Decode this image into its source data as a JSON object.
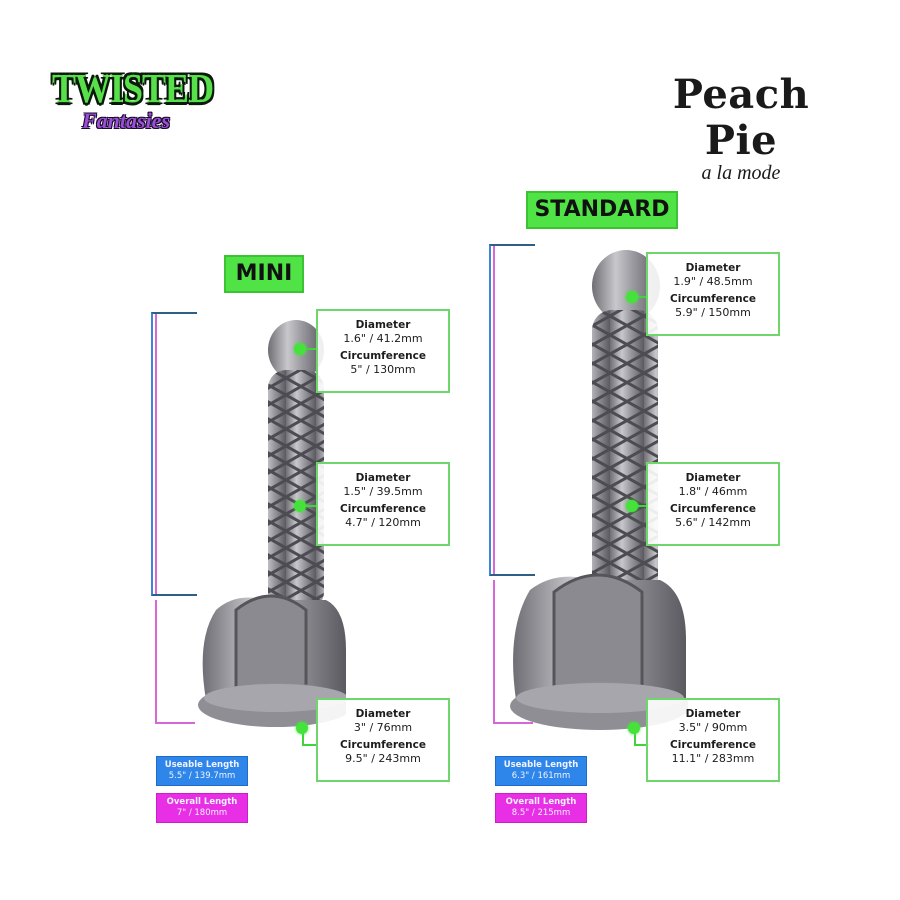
{
  "brand": {
    "logo_top": "TWISTED",
    "logo_bottom": "Fantasies"
  },
  "product": {
    "name": "Peach Pie",
    "subtitle": "a la mode"
  },
  "colors": {
    "label_green": "#4fe346",
    "spec_border_green": "#6ed66a",
    "usable_blue": "#2f86ea",
    "overall_pink": "#e92fe6",
    "bracket_blue": "#3e86d6",
    "bracket_pink": "#d866d8",
    "figure_silver": "#9a9aa0"
  },
  "sizes": [
    {
      "label": "MINI",
      "specs": [
        {
          "position": "tip",
          "diameter_label": "Diameter",
          "diameter": "1.6\" / 41.2mm",
          "circumference_label": "Circumference",
          "circumference": "5\" / 130mm"
        },
        {
          "position": "mid",
          "diameter_label": "Diameter",
          "diameter": "1.5\" / 39.5mm",
          "circumference_label": "Circumference",
          "circumference": "4.7\" / 120mm"
        },
        {
          "position": "base",
          "diameter_label": "Diameter",
          "diameter": "3\" / 76mm",
          "circumference_label": "Circumference",
          "circumference": "9.5\" / 243mm"
        }
      ],
      "usable_length_label": "Useable Length",
      "usable_length": "5.5\" / 139.7mm",
      "overall_length_label": "Overall Length",
      "overall_length": "7\" / 180mm"
    },
    {
      "label": "STANDARD",
      "specs": [
        {
          "position": "tip",
          "diameter_label": "Diameter",
          "diameter": "1.9\" / 48.5mm",
          "circumference_label": "Circumference",
          "circumference": "5.9\" / 150mm"
        },
        {
          "position": "mid",
          "diameter_label": "Diameter",
          "diameter": "1.8\" / 46mm",
          "circumference_label": "Circumference",
          "circumference": "5.6\" / 142mm"
        },
        {
          "position": "base",
          "diameter_label": "Diameter",
          "diameter": "3.5\" / 90mm",
          "circumference_label": "Circumference",
          "circumference": "11.1\" / 283mm"
        }
      ],
      "usable_length_label": "Useable Length",
      "usable_length": "6.3\" / 161mm",
      "overall_length_label": "Overall Length",
      "overall_length": "8.5\" / 215mm"
    }
  ]
}
